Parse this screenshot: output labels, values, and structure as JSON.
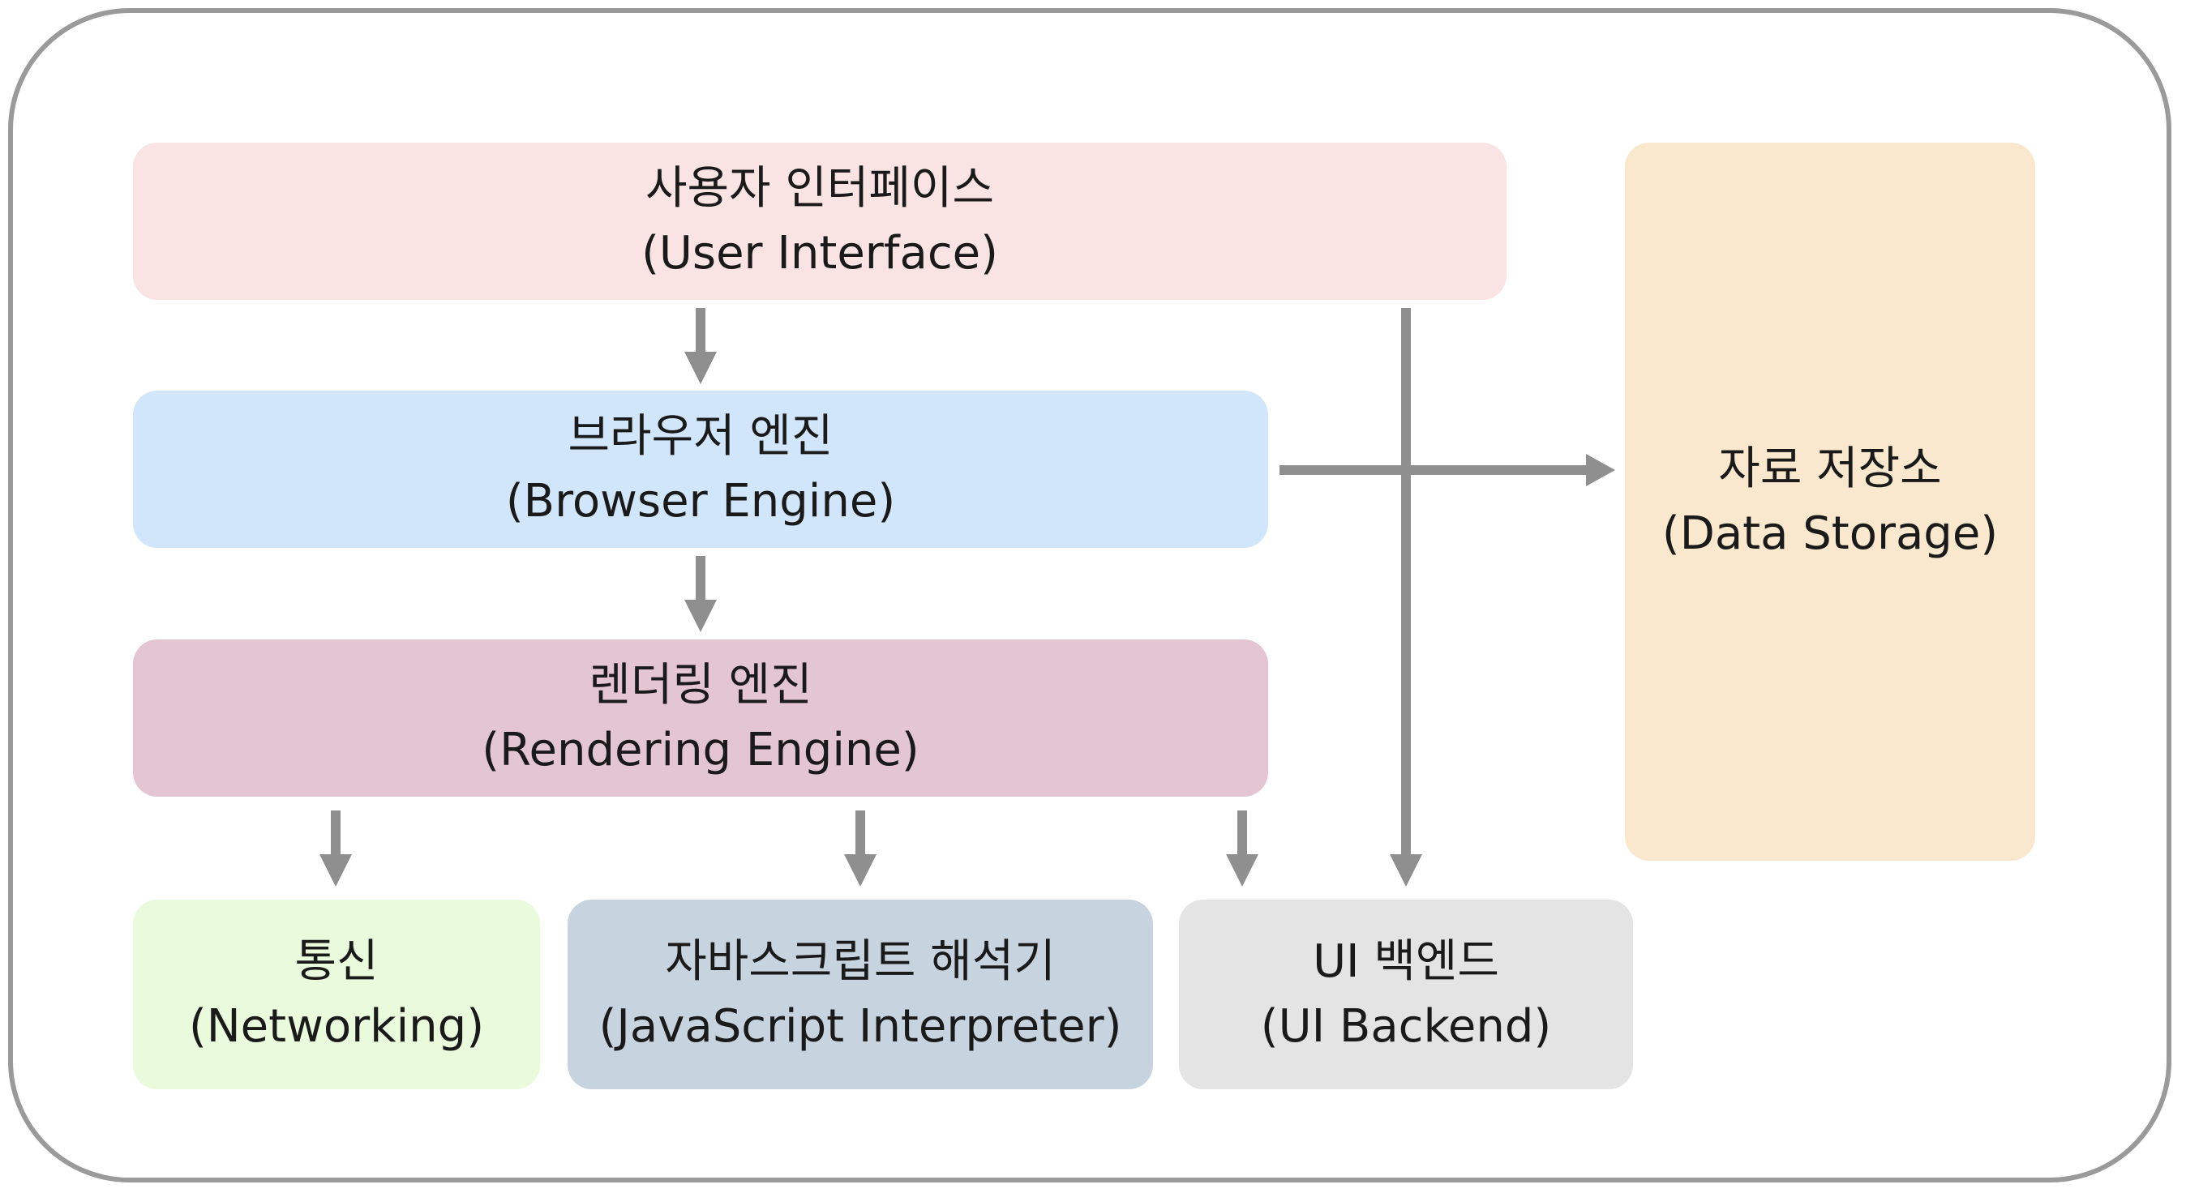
{
  "boxes": {
    "user_interface": {
      "korean": "사용자 인터페이스",
      "english": "(User Interface)",
      "color": "#f9e3e3"
    },
    "browser_engine": {
      "korean": "브라우저 엔진",
      "english": "(Browser Engine)",
      "color": "#d2e6fb"
    },
    "rendering_engine": {
      "korean": "렌더링 엔진",
      "english": "(Rendering Engine)",
      "color": "#e3c6d1"
    },
    "networking": {
      "korean": "통신",
      "english": "(Networking)",
      "color": "#e9fadd"
    },
    "javascript_interpreter": {
      "korean": "자바스크립트 해석기",
      "english": "(JavaScript Interpreter)",
      "color": "#c8d3e0"
    },
    "ui_backend": {
      "korean": "UI 백엔드",
      "english": "(UI Backend)",
      "color": "#e4e4e4"
    },
    "data_storage": {
      "korean": "자료 저장소",
      "english": "(Data Storage)",
      "color": "#f9e8cd"
    }
  },
  "colors": {
    "arrow": "#8f8f8f",
    "frame_border": "#9a9a9a"
  }
}
